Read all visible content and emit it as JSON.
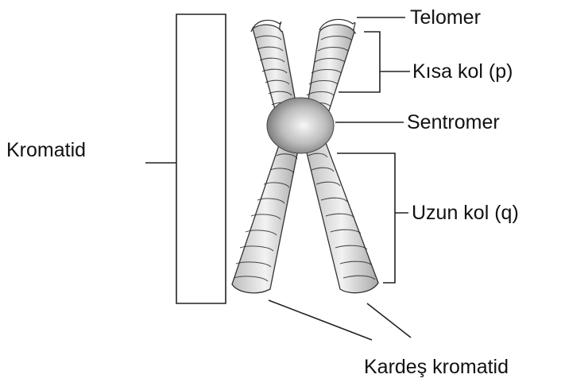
{
  "labels": {
    "telomer": "Telomer",
    "kisa_kol": "Kısa kol (p)",
    "sentromer": "Sentromer",
    "uzun_kol": "Uzun kol (q)",
    "kromatid": "Kromatid",
    "kardes_kromatid": "Kardeş kromatid"
  }
}
